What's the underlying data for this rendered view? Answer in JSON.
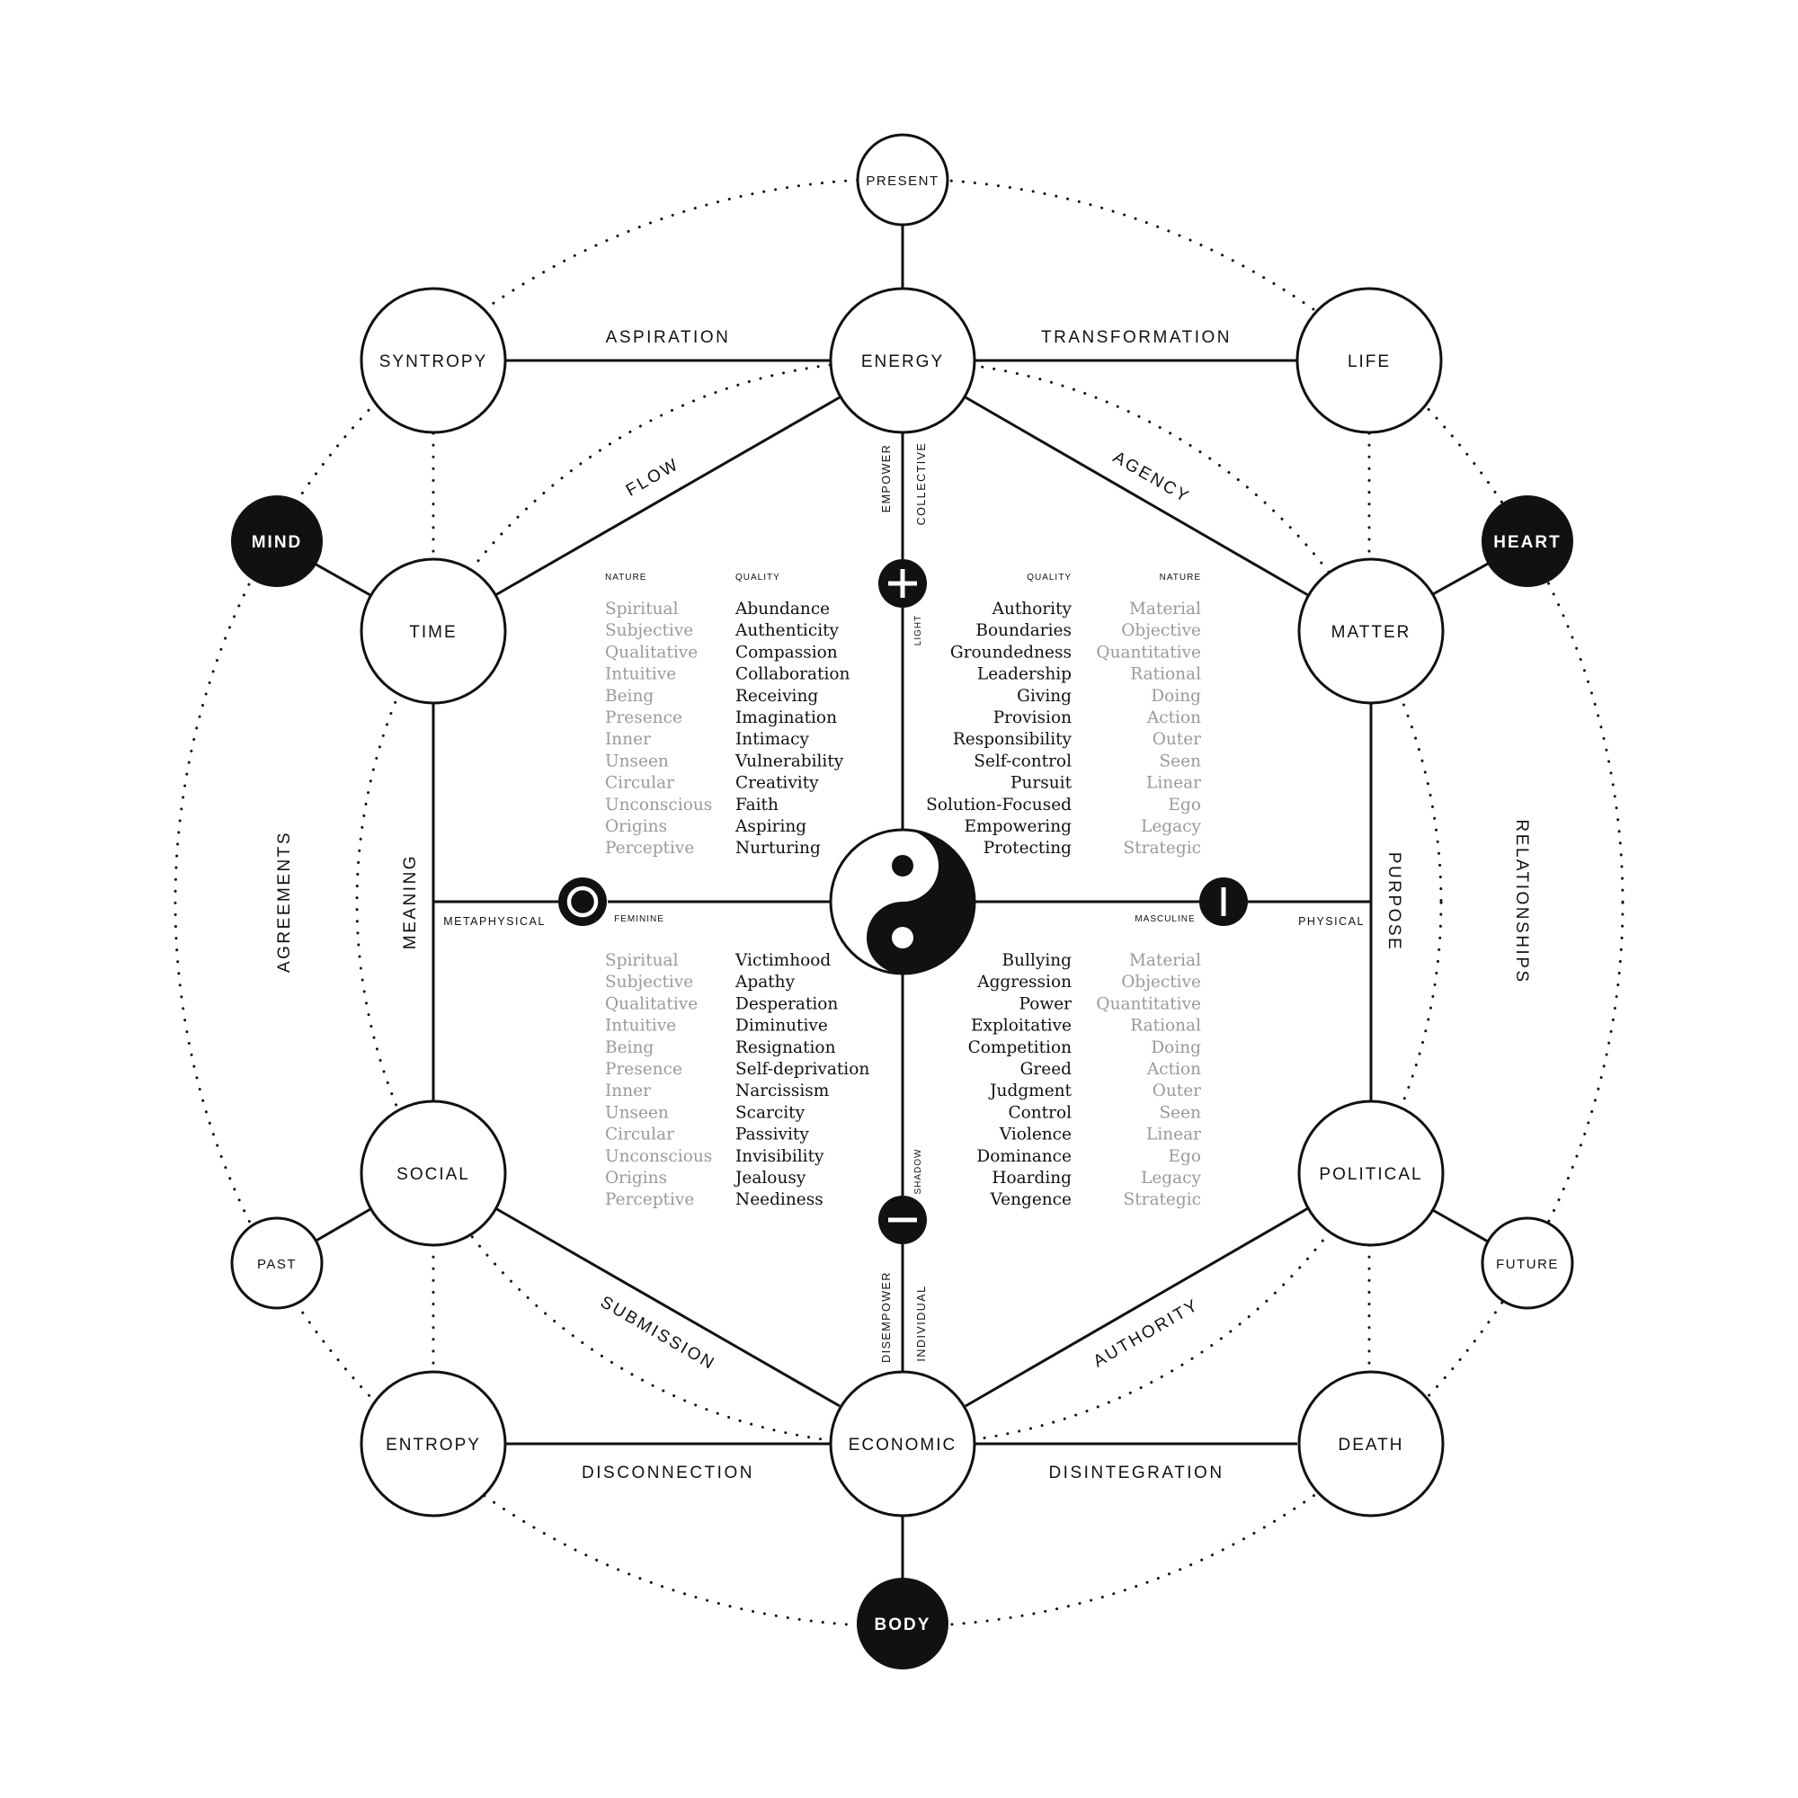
{
  "nodes": {
    "present": "PRESENT",
    "syntropy": "SYNTROPY",
    "energy": "ENERGY",
    "life": "LIFE",
    "mind": "MIND",
    "heart": "HEART",
    "time": "TIME",
    "matter": "MATTER",
    "social": "SOCIAL",
    "political": "POLITICAL",
    "past": "PAST",
    "future": "FUTURE",
    "entropy": "ENTROPY",
    "economic": "ECONOMIC",
    "death": "DEATH",
    "body": "BODY"
  },
  "edges": {
    "aspiration": "ASPIRATION",
    "transformation": "TRANSFORMATION",
    "flow": "FLOW",
    "agency": "AGENCY",
    "meaning": "MEANING",
    "purpose": "PURPOSE",
    "agreements": "AGREEMENTS",
    "relationships": "RELATIONSHIPS",
    "submission": "SUBMISSION",
    "authority": "AUTHORITY",
    "disconnection": "DISCONNECTION",
    "disintegration": "DISINTEGRATION"
  },
  "axis": {
    "empower": "EMPOWER",
    "collective": "COLLECTIVE",
    "light": "LIGHT",
    "shadow": "SHADOW",
    "disempower": "DISEMPOWER",
    "individual": "INDIVIDUAL",
    "metaphysical": "METAPHYSICAL",
    "feminine": "FEMININE",
    "masculine": "MASCULINE",
    "physical": "PHYSICAL"
  },
  "headers": {
    "nature": "NATURE",
    "quality": "QUALITY"
  },
  "nature_left": [
    "Spiritual",
    "Subjective",
    "Qualitative",
    "Intuitive",
    "Being",
    "Presence",
    "Inner",
    "Unseen",
    "Circular",
    "Unconscious",
    "Origins",
    "Perceptive"
  ],
  "nature_right": [
    "Material",
    "Objective",
    "Quantitative",
    "Rational",
    "Doing",
    "Action",
    "Outer",
    "Seen",
    "Linear",
    "Ego",
    "Legacy",
    "Strategic"
  ],
  "quality_top_left": [
    "Abundance",
    "Authenticity",
    "Compassion",
    "Collaboration",
    "Receiving",
    "Imagination",
    "Intimacy",
    "Vulnerability",
    "Creativity",
    "Faith",
    "Aspiring",
    "Nurturing"
  ],
  "quality_top_right": [
    "Authority",
    "Boundaries",
    "Groundedness",
    "Leadership",
    "Giving",
    "Provision",
    "Responsibility",
    "Self-control",
    "Pursuit",
    "Solution-Focused",
    "Empowering",
    "Protecting"
  ],
  "quality_bottom_left": [
    "Victimhood",
    "Apathy",
    "Desperation",
    "Diminutive",
    "Resignation",
    "Self-deprivation",
    "Narcissism",
    "Scarcity",
    "Passivity",
    "Invisibility",
    "Jealousy",
    "Neediness"
  ],
  "quality_bottom_right": [
    "Bullying",
    "Aggression",
    "Power",
    "Exploitative",
    "Competition",
    "Greed",
    "Judgment",
    "Control",
    "Violence",
    "Dominance",
    "Hoarding",
    "Vengence"
  ],
  "icons": {
    "plus": "plus-icon",
    "minus": "minus-icon",
    "feminine": "feminine-symbol-icon",
    "masculine": "masculine-symbol-icon",
    "center": "yin-yang-icon"
  }
}
